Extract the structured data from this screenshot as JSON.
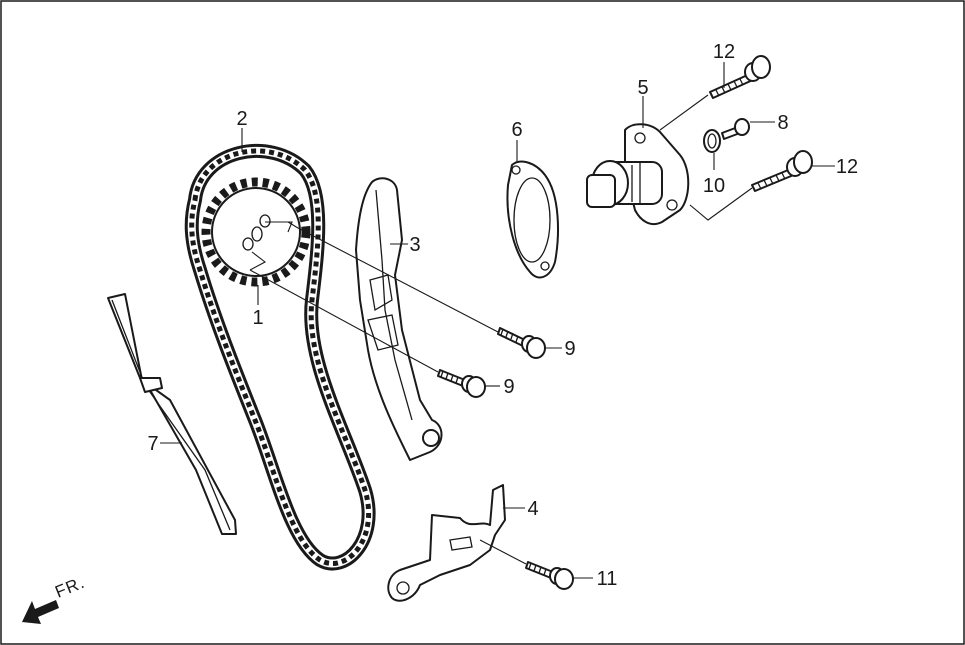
{
  "diagram": {
    "callouts": [
      {
        "id": "callout-1",
        "text": "1"
      },
      {
        "id": "callout-2",
        "text": "2"
      },
      {
        "id": "callout-3",
        "text": "3"
      },
      {
        "id": "callout-4",
        "text": "4"
      },
      {
        "id": "callout-5",
        "text": "5"
      },
      {
        "id": "callout-6",
        "text": "6"
      },
      {
        "id": "callout-7",
        "text": "7"
      },
      {
        "id": "callout-8",
        "text": "8"
      },
      {
        "id": "callout-9a",
        "text": "9"
      },
      {
        "id": "callout-9b",
        "text": "9"
      },
      {
        "id": "callout-10",
        "text": "10"
      },
      {
        "id": "callout-11",
        "text": "11"
      },
      {
        "id": "callout-12a",
        "text": "12"
      },
      {
        "id": "callout-12b",
        "text": "12"
      }
    ],
    "direction_label": "FR."
  }
}
